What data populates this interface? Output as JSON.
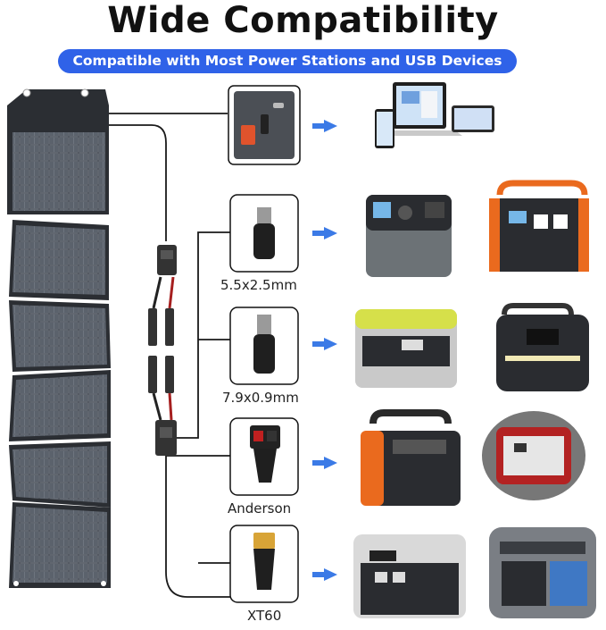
{
  "header": {
    "title": "Wide Compatibility",
    "subtitle": "Compatible with Most Power Stations and USB Devices"
  },
  "connectors": [
    {
      "label": "",
      "icon": "usb-port-icon"
    },
    {
      "label": "5.5x2.5mm",
      "icon": "dc-barrel-plug-icon"
    },
    {
      "label": "7.9x0.9mm",
      "icon": "dc-barrel-plug-icon"
    },
    {
      "label": "Anderson",
      "icon": "anderson-plug-icon"
    },
    {
      "label": "XT60",
      "icon": "xt60-plug-icon"
    }
  ],
  "colors": {
    "accent": "#2f62e8",
    "arrow": "#3b7ae6",
    "panel": "#2b2e33",
    "orange": "#ea6a1e",
    "yellow_green": "#d6e04a"
  }
}
